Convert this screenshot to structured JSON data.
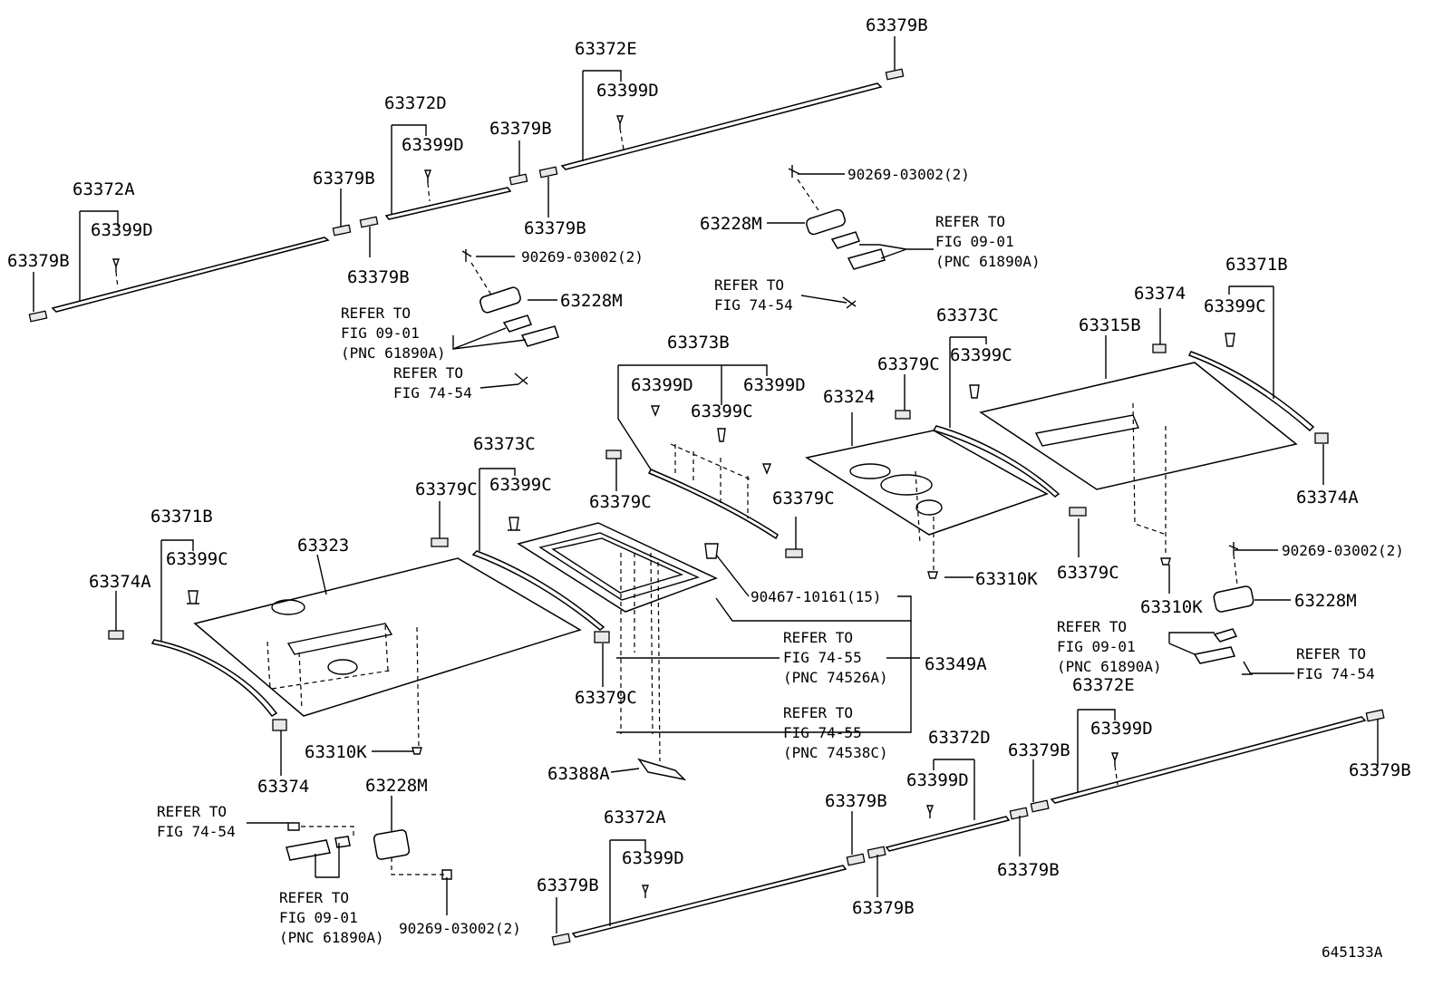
{
  "diagram_id": "645133A",
  "labels": {
    "p63379B": "63379B",
    "p63379C": "63379C",
    "p63372A": "63372A",
    "p63372D": "63372D",
    "p63372E": "63372E",
    "p63399C": "63399C",
    "p63399D": "63399D",
    "p63371B": "63371B",
    "p63374": "63374",
    "p63374A": "63374A",
    "p63315B": "63315B",
    "p63373B": "63373B",
    "p63373C": "63373C",
    "p63324": "63324",
    "p63323": "63323",
    "p63310K": "63310K",
    "p63228M": "63228M",
    "p63349A": "63349A",
    "p63388A": "63388A",
    "p90269": "90269-03002(2)",
    "p90467": "90467-10161(15)"
  },
  "refs": {
    "refer_to": "REFER TO",
    "fig_09_01": "FIG 09-01",
    "fig_74_54": "FIG 74-54",
    "fig_74_55": "FIG 74-55",
    "pnc_61890A": "(PNC 61890A)",
    "pnc_74526A": "(PNC 74526A)",
    "pnc_74538C": "(PNC 74538C)"
  }
}
